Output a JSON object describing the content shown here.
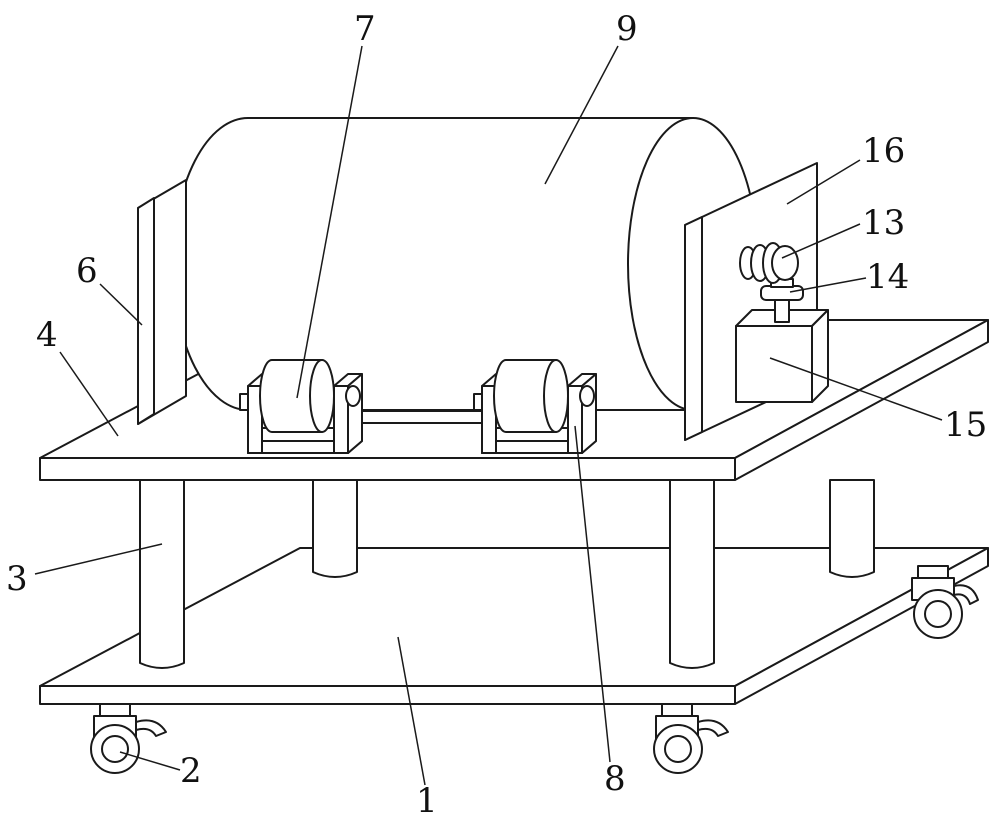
{
  "figure": {
    "callouts": [
      {
        "id": "1",
        "text": "1",
        "part": "lower-base-plate"
      },
      {
        "id": "2",
        "text": "2",
        "part": "caster-wheel"
      },
      {
        "id": "3",
        "text": "3",
        "part": "support-column"
      },
      {
        "id": "4",
        "text": "4",
        "part": "upper-platform"
      },
      {
        "id": "6",
        "text": "6",
        "part": "left-end-plate"
      },
      {
        "id": "7",
        "text": "7",
        "part": "left-roller"
      },
      {
        "id": "8",
        "text": "8",
        "part": "roller-bracket"
      },
      {
        "id": "9",
        "text": "9",
        "part": "cylinder-drum"
      },
      {
        "id": "13",
        "text": "13",
        "part": "motor"
      },
      {
        "id": "14",
        "text": "14",
        "part": "coupling"
      },
      {
        "id": "15",
        "text": "15",
        "part": "drive-box"
      },
      {
        "id": "16",
        "text": "16",
        "part": "right-end-plate"
      }
    ]
  }
}
